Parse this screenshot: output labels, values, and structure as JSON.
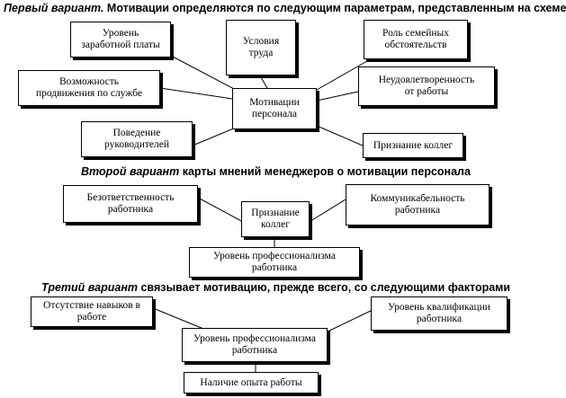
{
  "headers": {
    "v1_lead": "Первый вариант.",
    "v1_rest": " Мотивации определяются по следующим параметрам, представленным на схеме",
    "v2_lead": "Второй вариант",
    "v2_rest": " карты мнений менеджеров о мотивации персонала",
    "v3_lead": "Третий вариант",
    "v3_rest": " связывает мотивацию, прежде всего, со следующими факторами"
  },
  "scheme1": {
    "center": "Мотивации\nперсонала",
    "salary": "Уровень\nзаработной платы",
    "conditions": "Условия\nтруда",
    "family": "Роль семейных\nобстоятельств",
    "promotion": "Возможность\nпродвижения по службе",
    "dissatisfaction": "Неудовлетворенность\nот работы",
    "behavior": "Поведение\nруководителей",
    "recognition": "Признание коллег"
  },
  "scheme2": {
    "center": "Признание\nколлег",
    "irresponsibility": "Безответственность\nработника",
    "communication": "Коммуникабельность\nработника",
    "professionalism": "Уровень профессионализма\nработника"
  },
  "scheme3": {
    "no_skills": "Отсутствие навыков в\nработе",
    "qualification": "Уровень квалификации\nработника",
    "professionalism": "Уровень профессионализма\nработника",
    "experience": "Наличие опыта работы"
  }
}
